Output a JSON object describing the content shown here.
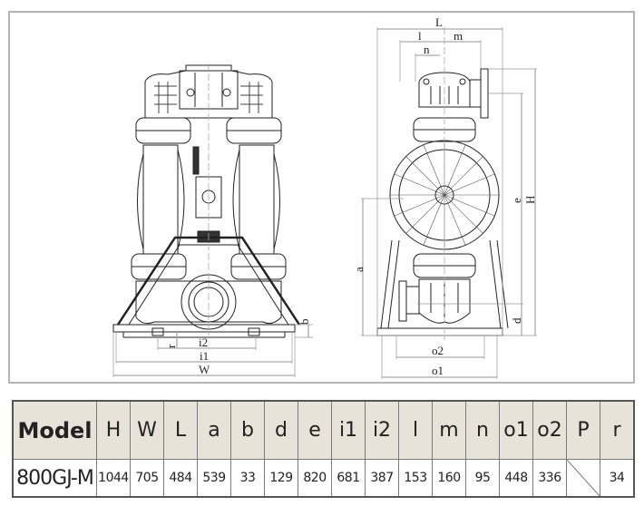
{
  "drawing": {
    "front_view_labels": {
      "b": "b",
      "r": "r",
      "i2": "i2",
      "i1": "i1",
      "W": "W"
    },
    "side_view_labels": {
      "L": "L",
      "l": "l",
      "m": "m",
      "n": "n",
      "a": "a",
      "e": "e",
      "H": "H",
      "d": "d",
      "o2": "o2",
      "o1": "o1"
    }
  },
  "table": {
    "headers": [
      "Model",
      "H",
      "W",
      "L",
      "a",
      "b",
      "d",
      "e",
      "i1",
      "i2",
      "l",
      "m",
      "n",
      "o1",
      "o2",
      "P",
      "r"
    ],
    "rows": [
      [
        "800GJ-M",
        "1044",
        "705",
        "484",
        "539",
        "33",
        "129",
        "820",
        "681",
        "387",
        "153",
        "160",
        "95",
        "448",
        "336",
        "",
        "34"
      ]
    ]
  }
}
